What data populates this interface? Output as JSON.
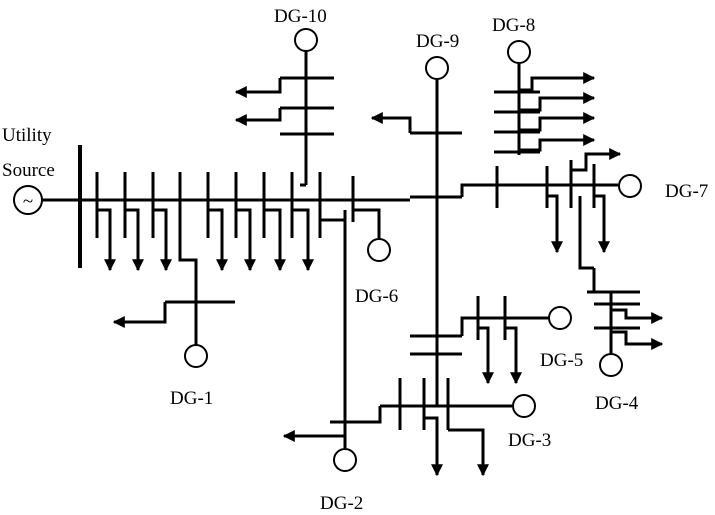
{
  "labels": {
    "source_line1": "Utility",
    "source_line2": "Source",
    "dg1": "DG-1",
    "dg2": "DG-2",
    "dg3": "DG-3",
    "dg4": "DG-4",
    "dg5": "DG-5",
    "dg6": "DG-6",
    "dg7": "DG-7",
    "dg8": "DG-8",
    "dg9": "DG-9",
    "dg10": "DG-10"
  },
  "source_symbol": "~"
}
